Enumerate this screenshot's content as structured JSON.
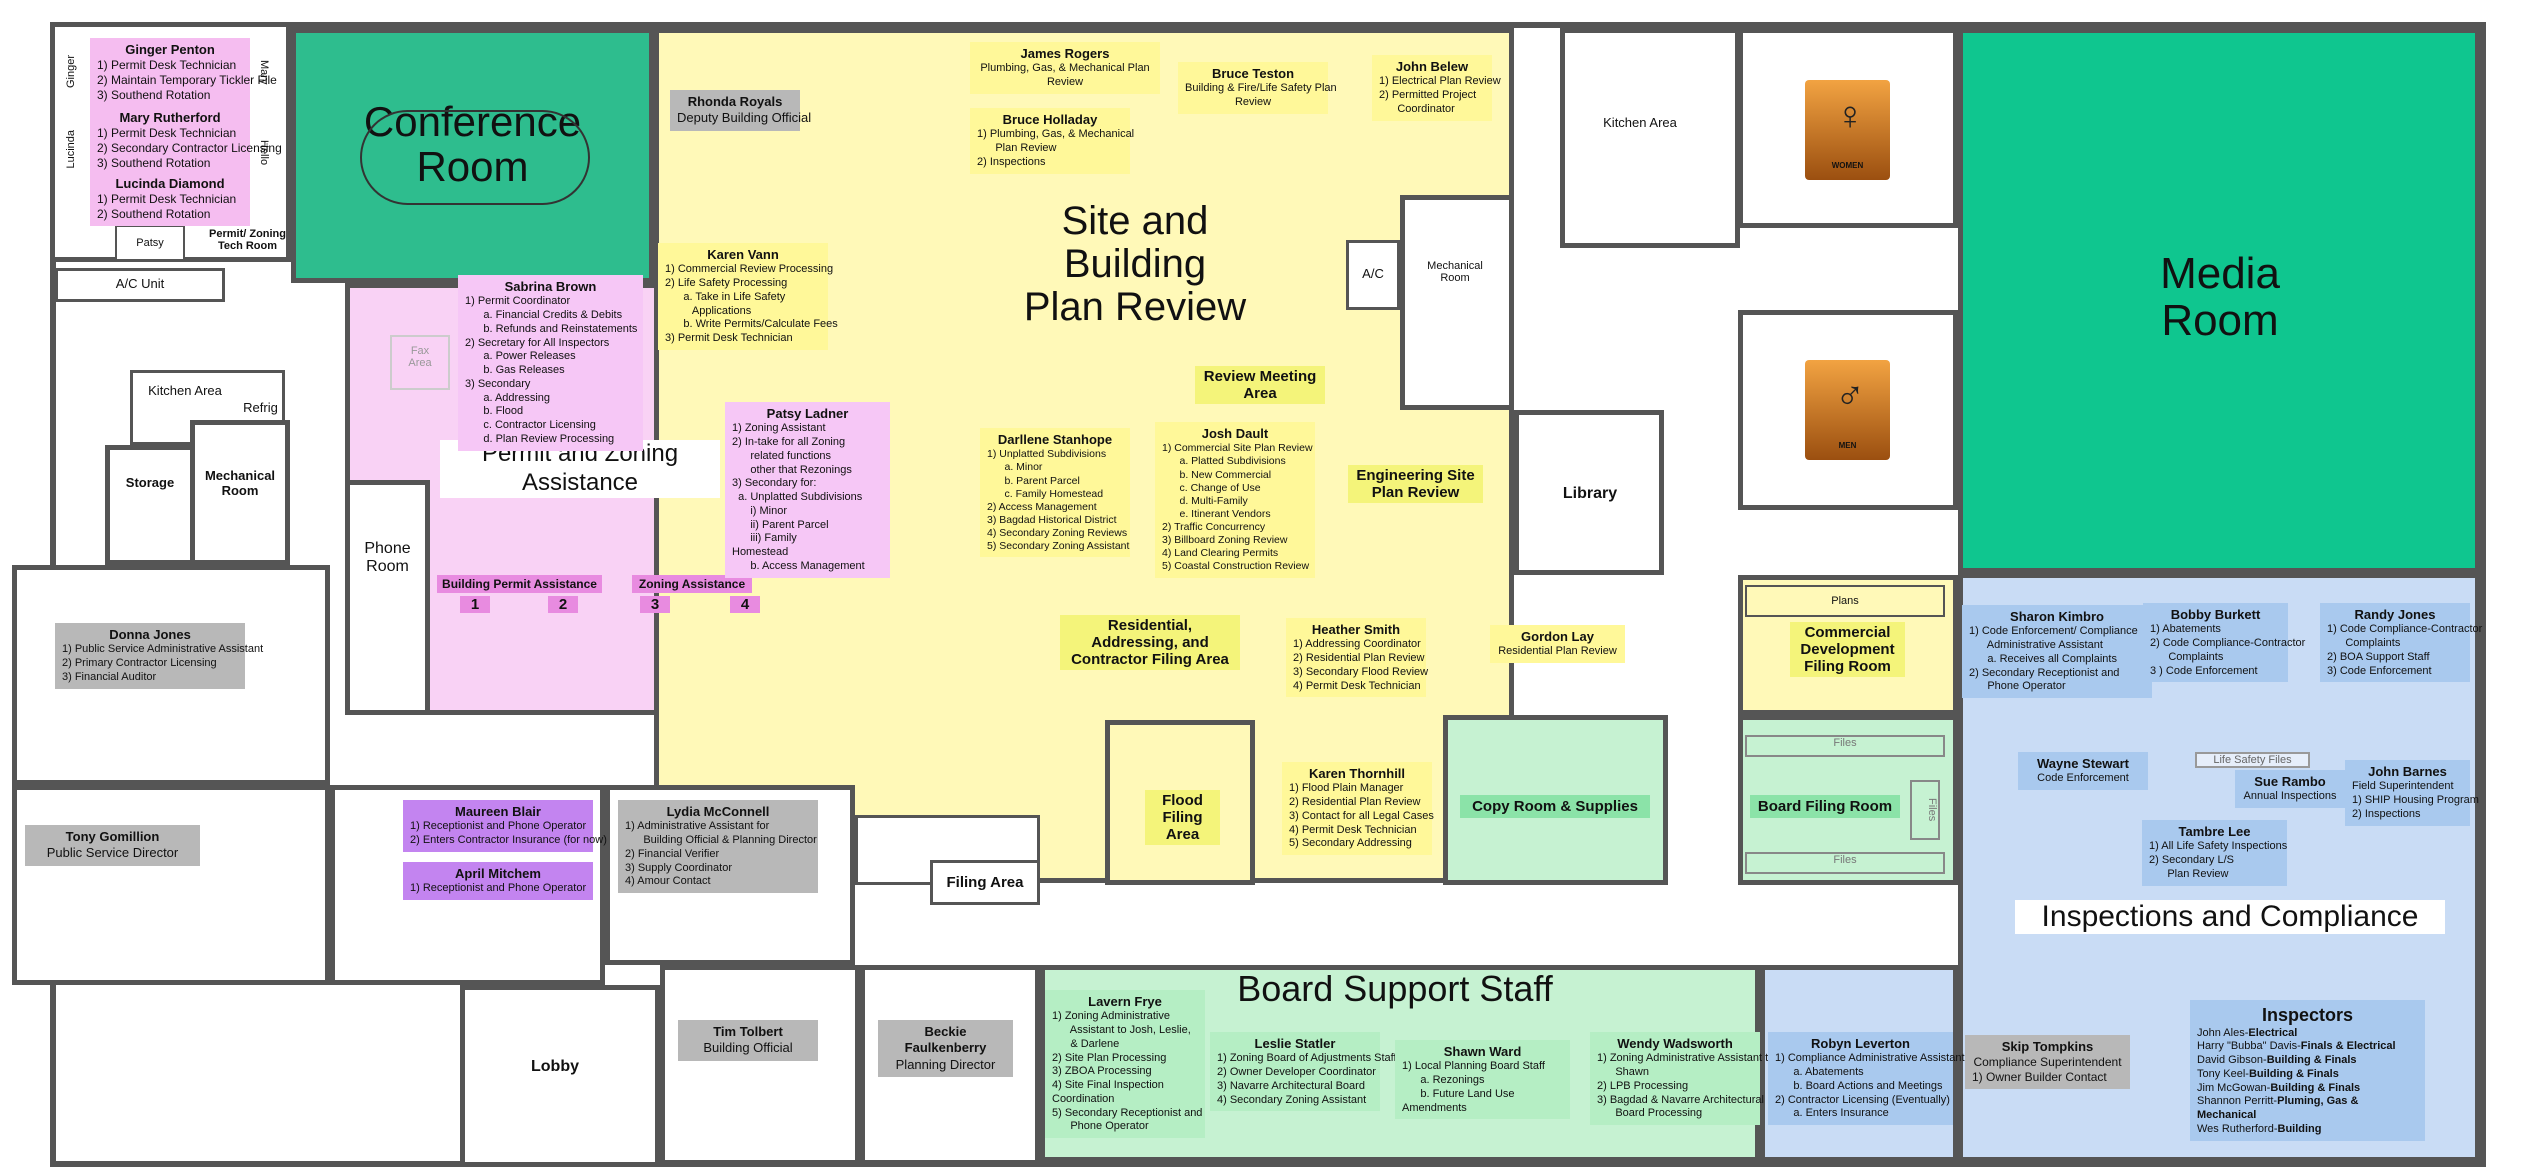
{
  "colors": {
    "wall": "#555555",
    "conference": "#2ebd8e",
    "media": "#0fc68f",
    "permit_zoning_zone": "#f9d2f5",
    "site_building_zone": "#fff9b8",
    "inspections_zone": "#c9dcf5",
    "board_support_zone": "#c6f2d2",
    "name_tag_grey": "#b8b8b8",
    "name_tag_purple": "#c384f0",
    "name_tag_yellow": "#f4f47a"
  },
  "rooms": {
    "conference_room": "Conference\nRoom",
    "media_room": "Media\nRoom",
    "site_building_plan_review": "Site and\nBuilding\nPlan Review",
    "permit_zoning_assistance": "Permit and Zoning\nAssistance",
    "inspections_compliance": "Inspections and Compliance",
    "board_support_staff": "Board Support Staff",
    "kitchen_area_top": "Kitchen Area",
    "kitchen_area_left": "Kitchen Area",
    "refrig": "Refrig",
    "storage": "Storage",
    "mechanical_left": "Mechanical\nRoom",
    "mechanical_mid": "Mechanical\nRoom",
    "phone_room": "Phone\nRoom",
    "ac_unit": "A/C Unit",
    "ac": "A/C",
    "permit_zoning_tech_room": "Permit/ Zoning\nTech Room",
    "patsy_desk": "Patsy",
    "library": "Library",
    "lobby": "Lobby",
    "filing_area": "Filing Area",
    "plans": "Plans",
    "files_1": "Files",
    "files_2": "Files",
    "files_3": "Files",
    "life_safety_files": "Life Safety Files",
    "fax_area": "Fax\nArea",
    "restroom_women": "WOMEN",
    "restroom_men": "MEN",
    "vertical_names": [
      "Ginger",
      "Mary",
      "Lucinda",
      "Hello"
    ]
  },
  "area_tags": {
    "review_meeting_area": "Review Meeting\nArea",
    "engineering_site_plan_review": "Engineering Site\nPlan Review",
    "residential_filing": "Residential,\nAddressing, and\nContractor Filing Area",
    "flood_filing_area": "Flood\nFiling\nArea",
    "commercial_filing_room": "Commercial\nDevelopment\nFiling Room",
    "copy_room": "Copy Room & Supplies",
    "board_filing_room": "Board Filing Room",
    "building_permit_assistance": "Building Permit Assistance",
    "zoning_assistance": "Zoning Assistance",
    "station_numbers": [
      "1",
      "2",
      "3",
      "4"
    ]
  },
  "staff": {
    "ginger_penton": {
      "name": "Ginger Penton",
      "lines": [
        "1) Permit Desk Technician",
        "2) Maintain Temporary Tickler File",
        "3) Southend Rotation"
      ]
    },
    "mary_rutherford": {
      "name": "Mary Rutherford",
      "lines": [
        "1) Permit Desk Technician",
        "2) Secondary Contractor Licensing",
        "3) Southend Rotation"
      ]
    },
    "lucinda_diamond": {
      "name": "Lucinda Diamond",
      "lines": [
        "1) Permit Desk Technician",
        "2) Southend Rotation"
      ]
    },
    "rhonda_royals": {
      "name": "Rhonda Royals",
      "lines": [
        "Deputy Building Official"
      ]
    },
    "sabrina_brown": {
      "name": "Sabrina Brown",
      "lines": [
        "1) Permit Coordinator",
        "      a. Financial Credits & Debits",
        "      b. Refunds and Reinstatements",
        "2) Secretary for All Inspectors",
        "      a. Power Releases",
        "      b. Gas Releases",
        "3) Secondary",
        "      a. Addressing",
        "      b. Flood",
        "      c. Contractor Licensing",
        "      d. Plan Review Processing"
      ]
    },
    "patsy_ladner": {
      "name": "Patsy Ladner",
      "lines": [
        "1) Zoning Assistant",
        "2) In-take for all Zoning",
        "      related functions",
        "      other that Rezonings",
        "3) Secondary for:",
        "  a. Unplatted Subdivisions",
        "      i) Minor",
        "      ii) Parent Parcel",
        "      iii) Family",
        "Homestead",
        "      b. Access Management"
      ]
    },
    "karen_vann": {
      "name": "Karen Vann",
      "lines": [
        "1) Commercial Review Processing",
        "2) Life Safety Processing",
        "      a. Take in Life Safety",
        "         Applications",
        "      b. Write Permits/Calculate Fees",
        "3) Permit Desk Technician"
      ]
    },
    "james_rogers": {
      "name": "James Rogers",
      "lines": [
        "Plumbing, Gas, & Mechanical Plan",
        "Review"
      ]
    },
    "bruce_holladay": {
      "name": "Bruce Holladay",
      "lines": [
        "1) Plumbing, Gas, & Mechanical",
        "      Plan Review",
        "2) Inspections"
      ]
    },
    "bruce_teston": {
      "name": "Bruce Teston",
      "lines": [
        "Building & Fire/Life Safety Plan",
        "Review"
      ]
    },
    "john_belew": {
      "name": "John Belew",
      "lines": [
        "1) Electrical Plan Review",
        "2) Permitted Project",
        "      Coordinator"
      ]
    },
    "darllene_stanhope": {
      "name": "Darllene Stanhope",
      "lines": [
        "1) Unplatted Subdivisions",
        "      a. Minor",
        "      b. Parent Parcel",
        "      c. Family Homestead",
        "2) Access Management",
        "3) Bagdad Historical District",
        "4) Secondary Zoning Reviews",
        "5) Secondary Zoning Assistant"
      ]
    },
    "josh_dault": {
      "name": "Josh Dault",
      "lines": [
        "1) Commercial Site Plan Review",
        "      a. Platted Subdivisions",
        "      b. New Commercial",
        "      c. Change of Use",
        "      d. Multi-Family",
        "      e. Itinerant Vendors",
        "2) Traffic Concurrency",
        "3) Billboard Zoning Review",
        "4) Land Clearing Permits",
        "5) Coastal Construction Review"
      ]
    },
    "heather_smith": {
      "name": "Heather Smith",
      "lines": [
        "1) Addressing Coordinator",
        "2) Residential Plan Review",
        "3) Secondary Flood Review",
        "4) Permit Desk Technician"
      ]
    },
    "gordon_lay": {
      "name": "Gordon Lay",
      "lines": [
        "Residential Plan Review"
      ]
    },
    "karen_thornhill": {
      "name": "Karen Thornhill",
      "lines": [
        "1) Flood Plain Manager",
        "2) Residential Plan Review",
        "3) Contact for all Legal Cases",
        "4) Permit Desk Technician",
        "5) Secondary Addressing"
      ]
    },
    "donna_jones": {
      "name": "Donna Jones",
      "lines": [
        "1) Public Service Administrative Assistant",
        "2) Primary Contractor Licensing",
        "3) Financial Auditor"
      ]
    },
    "tony_gomillion": {
      "name": "Tony Gomillion",
      "lines": [
        "Public Service Director"
      ]
    },
    "maureen_blair": {
      "name": "Maureen Blair",
      "lines": [
        "1) Receptionist and Phone Operator",
        "2) Enters Contractor Insurance (for now)"
      ]
    },
    "april_mitchem": {
      "name": "April Mitchem",
      "lines": [
        "1) Receptionist and Phone Operator"
      ]
    },
    "lydia_mcconnell": {
      "name": "Lydia McConnell",
      "lines": [
        "1) Administrative Assistant for",
        "      Building Official & Planning Director",
        "2) Financial Verifier",
        "3) Supply Coordinator",
        "4) Amour Contact"
      ]
    },
    "tim_tolbert": {
      "name": "Tim Tolbert",
      "lines": [
        "Building Official"
      ]
    },
    "beckie_faulkenberry": {
      "name": "Beckie\nFaulkenberry",
      "lines": [
        "Planning Director"
      ]
    },
    "lavern_frye": {
      "name": "Lavern Frye",
      "lines": [
        "1) Zoning Administrative",
        "      Assistant to Josh, Leslie,",
        "      & Darlene",
        "2) Site Plan Processing",
        "3) ZBOA Processing",
        "4) Site Final Inspection",
        "Coordination",
        "5) Secondary Receptionist and",
        "      Phone Operator"
      ]
    },
    "leslie_statler": {
      "name": "Leslie Statler",
      "lines": [
        "1) Zoning Board of Adjustments Staff",
        "2) Owner Developer Coordinator",
        "3) Navarre Architectural Board",
        "4) Secondary Zoning Assistant"
      ]
    },
    "shawn_ward": {
      "name": "Shawn Ward",
      "lines": [
        "1) Local Planning Board Staff",
        "      a. Rezonings",
        "      b. Future Land Use",
        "Amendments"
      ]
    },
    "wendy_wadsworth": {
      "name": "Wendy Wadsworth",
      "lines": [
        "1) Zoning Administrative Assistant to",
        "      Shawn",
        "2) LPB Processing",
        "3) Bagdad & Navarre Architectural",
        "      Board Processing"
      ]
    },
    "robyn_leverton": {
      "name": "Robyn Leverton",
      "lines": [
        "1) Compliance Administrative Assistant",
        "      a. Abatements",
        "      b. Board Actions and Meetings",
        "2) Contractor Licensing (Eventually)",
        "      a. Enters Insurance"
      ]
    },
    "skip_tompkins": {
      "name": "Skip Tompkins",
      "lines": [
        "Compliance Superintendent",
        "1) Owner Builder Contact"
      ]
    },
    "sharon_kimbro": {
      "name": "Sharon Kimbro",
      "lines": [
        "1) Code Enforcement/ Compliance",
        "      Administrative Assistant",
        "      a. Receives all Complaints",
        "2) Secondary Receptionist and",
        "      Phone Operator"
      ]
    },
    "bobby_burkett": {
      "name": "Bobby Burkett",
      "lines": [
        "1) Abatements",
        "2) Code Compliance-Contractor",
        "      Complaints",
        "3 ) Code Enforcement"
      ]
    },
    "randy_jones": {
      "name": "Randy Jones",
      "lines": [
        "1) Code Compliance-Contractor",
        "      Complaints",
        "2) BOA Support Staff",
        "3) Code Enforcement"
      ]
    },
    "wayne_stewart": {
      "name": "Wayne Stewart",
      "lines": [
        "Code Enforcement"
      ]
    },
    "sue_rambo": {
      "name": "Sue Rambo",
      "lines": [
        "Annual Inspections"
      ]
    },
    "john_barnes": {
      "name": "John Barnes",
      "lines": [
        "Field Superintendent",
        "1) SHIP Housing Program",
        "2) Inspections"
      ]
    },
    "tambre_lee": {
      "name": "Tambre Lee",
      "lines": [
        "1) All Life Safety Inspections",
        "2) Secondary L/S",
        "      Plan Review"
      ]
    }
  },
  "inspectors": {
    "title": "Inspectors",
    "rows": [
      {
        "name": "John Ales-",
        "role": "Electrical"
      },
      {
        "name": "Harry \"Bubba\" Davis-",
        "role": "Finals & Electrical"
      },
      {
        "name": "David Gibson-",
        "role": "Building & Finals"
      },
      {
        "name": "Tony Keel-",
        "role": "Building & Finals"
      },
      {
        "name": "Jim McGowan-",
        "role": "Building & Finals"
      },
      {
        "name": "Shannon Perritt-",
        "role": "Pluming, Gas & Mechanical"
      },
      {
        "name": "Wes Rutherford-",
        "role": "Building"
      }
    ]
  }
}
